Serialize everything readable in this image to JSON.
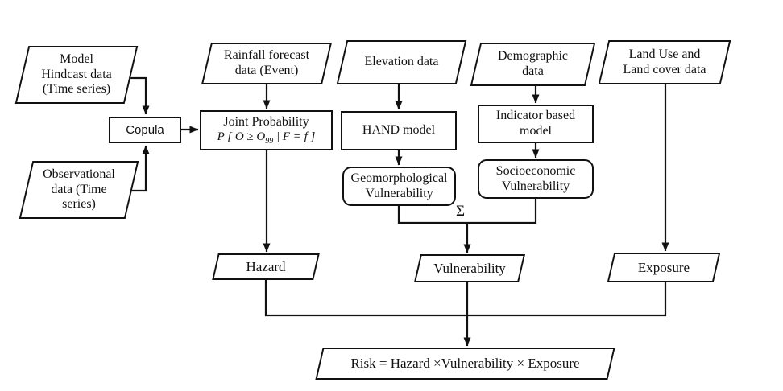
{
  "diagram": {
    "sum_symbol": "Σ",
    "colors": {
      "stroke": "#111111",
      "background": "#ffffff",
      "text": "#111111"
    },
    "nodes": {
      "model_hindcast": {
        "line1": "Model",
        "line2": "Hindcast data",
        "line3": "(Time series)"
      },
      "observational": {
        "line1": "Observational",
        "line2": "data (Time",
        "line3": "series)"
      },
      "copula": {
        "label": "Copula"
      },
      "rainfall": {
        "line1": "Rainfall forecast",
        "line2": "data (Event)"
      },
      "joint_probability": {
        "line1": "Joint Probability",
        "formula_prefix": "P [ O ≥ O",
        "formula_sub": "99",
        "formula_suffix": " | F = f ]"
      },
      "elevation": {
        "label": "Elevation data"
      },
      "hand_model": {
        "label": "HAND model"
      },
      "geomorphological": {
        "line1": "Geomorphological",
        "line2": "Vulnerability"
      },
      "demographic": {
        "line1": "Demographic",
        "line2": "data"
      },
      "indicator_model": {
        "line1": "Indicator based",
        "line2": "model"
      },
      "socioeconomic": {
        "line1": "Socioeconomic",
        "line2": "Vulnerability"
      },
      "land_use": {
        "line1": "Land Use and",
        "line2": "Land cover data"
      },
      "hazard": {
        "label": "Hazard"
      },
      "vulnerability": {
        "label": "Vulnerability"
      },
      "exposure": {
        "label": "Exposure"
      },
      "risk": {
        "label": "Risk = Hazard ×Vulnerability × Exposure"
      }
    }
  }
}
